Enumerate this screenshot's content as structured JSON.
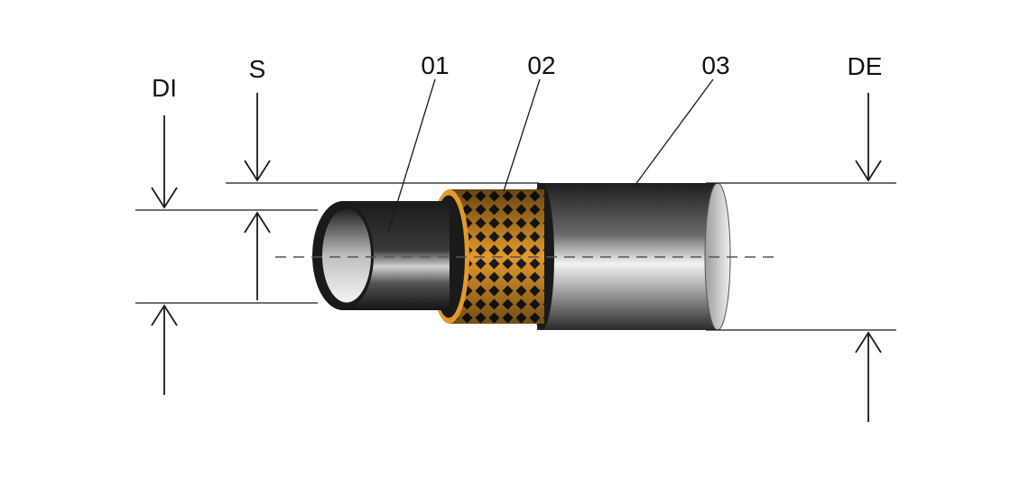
{
  "labels": {
    "di": "DI",
    "s": "S",
    "layer_01": "01",
    "layer_02": "02",
    "layer_03": "03",
    "de": "DE"
  },
  "colors": {
    "line": "#1a1a1a",
    "inner_tube_dark": "#1c1c1c",
    "inner_tube_light": "#d9d9d9",
    "braid_base": "#e39a2b",
    "braid_cell": "#1b1b1b",
    "cover_dark": "#2a2a2a",
    "cover_light": "#ededed"
  },
  "icons": {
    "arrows": "arrow-down-icon, arrow-up-icon"
  }
}
